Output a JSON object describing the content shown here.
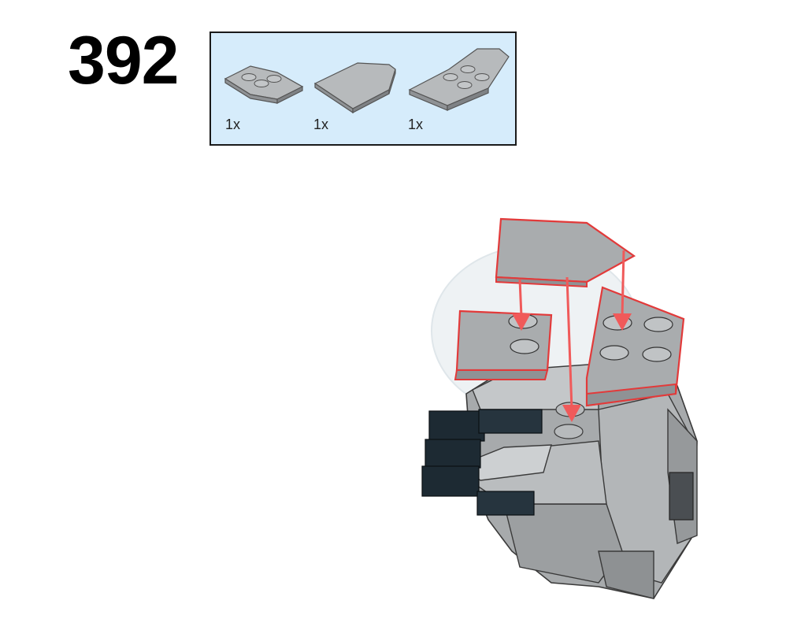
{
  "step": {
    "number": "392"
  },
  "parts_list": {
    "background_color": "#d6ecfb",
    "items": [
      {
        "icon": "plate-2x2-corner-icon",
        "quantity": "1x"
      },
      {
        "icon": "wedge-plate-icon",
        "quantity": "1x"
      },
      {
        "icon": "wing-plate-2x3-icon",
        "quantity": "1x"
      }
    ]
  },
  "colors": {
    "part_gray": "#a9acae",
    "dark_part": "#1d2a33",
    "highlight_outline": "#e23a3a",
    "arrow": "#f05a5a"
  }
}
